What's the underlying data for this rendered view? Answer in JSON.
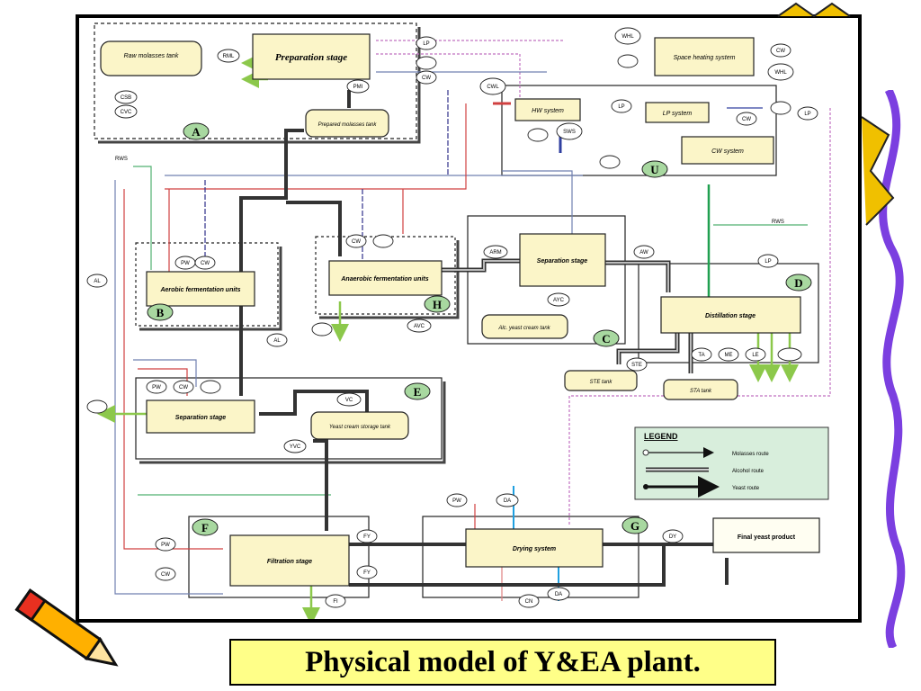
{
  "caption": "Physical model of Y&EA plant.",
  "stages": {
    "preparation": "Preparation stage",
    "raw_molasses": "Raw molasses tank",
    "prepared_molasses": "Prepared molasses tank",
    "space_heating": "Space heating system",
    "hw": "HW system",
    "lp": "LP system",
    "cw": "CW system",
    "aerobic": "Aerobic fermentation units",
    "anaerobic": "Anaerobic fermentation units",
    "separation_c": "Separation stage",
    "alc_yeast": "Alc. yeast cream tank",
    "distillation": "Distillation stage",
    "separation_e": "Separation stage",
    "yeast_cream": "Yeast cream storage tank",
    "filtration": "Filtration stage",
    "drying": "Drying system",
    "final": "Final yeast product",
    "ste_tank": "STE tank",
    "sta_tank": "STA tank"
  },
  "section_letters": [
    "A",
    "B",
    "C",
    "D",
    "E",
    "F",
    "G",
    "H",
    "U"
  ],
  "stream_labels": [
    "RML",
    "PMI",
    "CSB",
    "CVC",
    "LP",
    "CW",
    "WHL",
    "CWL",
    "SWS",
    "RWS",
    "PW",
    "AL",
    "AVC",
    "ARM",
    "AYC",
    "AW",
    "VC",
    "YVC",
    "FY",
    "DY",
    "DA",
    "CN",
    "FI",
    "TA",
    "ME",
    "LE",
    "STE"
  ],
  "legend": {
    "title": "LEGEND",
    "items": [
      "Molasses route",
      "Alcohol route",
      "Yeast route"
    ]
  },
  "colors": {
    "box_fill": "#fbf5c8",
    "caption_fill": "#ffff88",
    "legend_fill": "#d8eedc"
  }
}
